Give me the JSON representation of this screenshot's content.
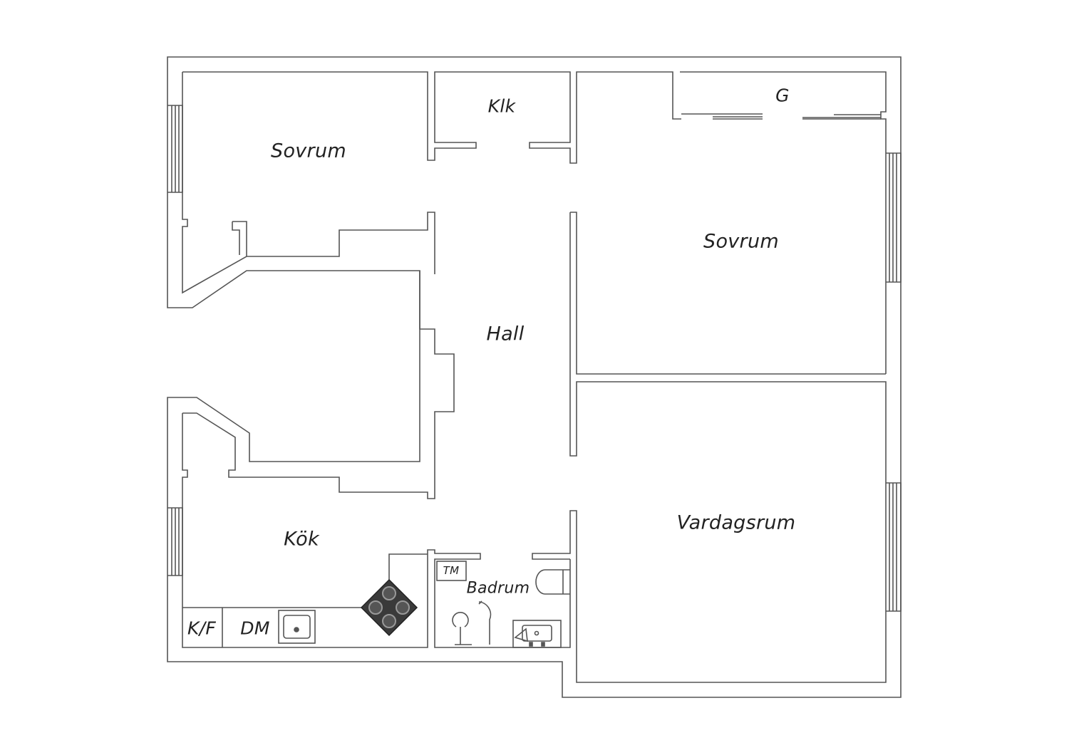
{
  "rooms": {
    "sovrum_left": "Sovrum",
    "klk": "Klk",
    "g": "G",
    "sovrum_right": "Sovrum",
    "hall": "Hall",
    "kok": "Kök",
    "vardagsrum": "Vardagsrum",
    "badrum": "Badrum",
    "tm": "TM",
    "kf": "K/F",
    "dm": "DM"
  },
  "colors": {
    "wall_stroke": "#555555",
    "wall_fill": "#ffffff",
    "stove": "#3a3a3a",
    "text": "#222222"
  }
}
